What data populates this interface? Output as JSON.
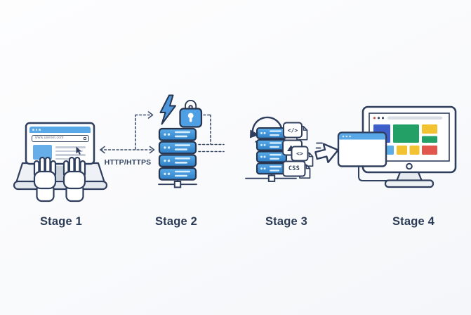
{
  "diagram": {
    "stage_labels": [
      "Stage 1",
      "Stage 2",
      "Stage 3",
      "Stage 4"
    ],
    "stage1": {
      "browser_url": "www.usenet.com"
    },
    "connector_stage1_stage2": {
      "protocol_label": "HTTP/HTTPS"
    },
    "stage3": {
      "file_labels": {
        "code": "</>",
        "script": "<>",
        "stylesheet": "CSS"
      }
    },
    "icons": [
      "laptop-icon",
      "hands-typing-icon",
      "cursor-icon",
      "lightning-icon",
      "lock-icon",
      "server-icon",
      "network-node-icon",
      "refresh-cycle-icon",
      "code-file-icon",
      "image-file-icon",
      "script-file-icon",
      "css-file-icon",
      "document-icon",
      "block-arrow-icon",
      "monitor-icon",
      "browser-popup-icon",
      "dashed-arrow-icon"
    ],
    "colors": {
      "outline": "#2F3E5C",
      "primary_blue": "#4E9FE3",
      "server_blue_dark": "#2E7EC6",
      "sky_blue": "#5CACE8",
      "title_bar_blue": "#58A7E6",
      "grid_blue": "#3D5FC7",
      "grid_green": "#23A066",
      "grid_yellow": "#F2C231",
      "grid_red": "#E2574C",
      "label_text": "#2B3A55"
    }
  }
}
